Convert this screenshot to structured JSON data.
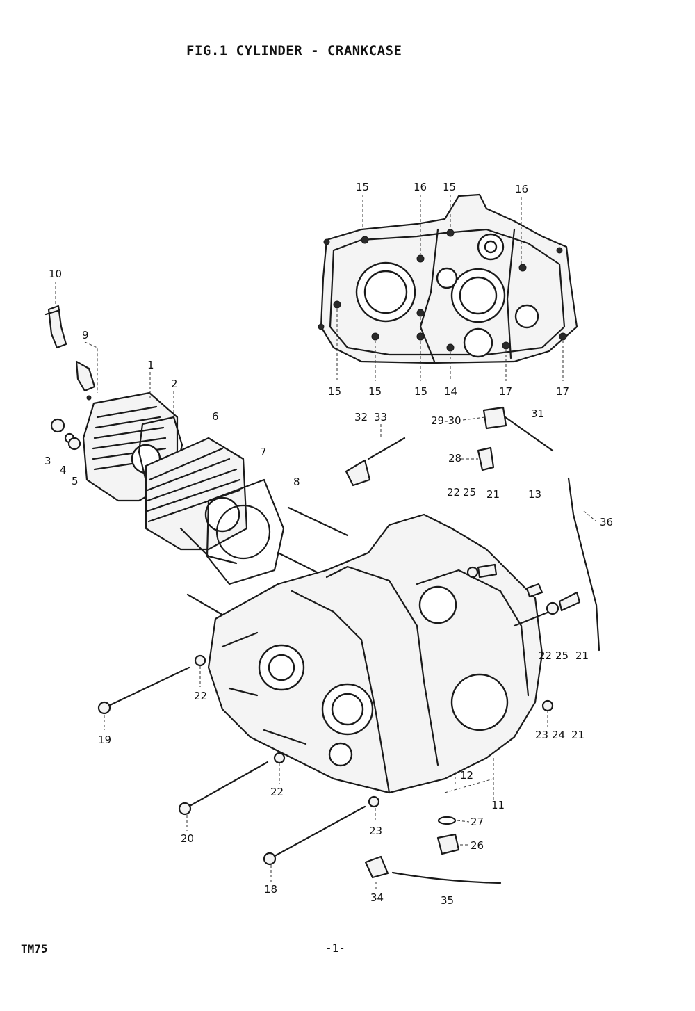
{
  "page": {
    "title": "FIG.1  CYLINDER - CRANKCASE",
    "model": "TM75",
    "page_number": "-1-"
  },
  "callouts": {
    "c1": "1",
    "c2": "2",
    "c3": "3",
    "c4": "4",
    "c5": "5",
    "c6": "6",
    "c7": "7",
    "c8": "8",
    "c9": "9",
    "c10": "10",
    "c11": "11",
    "c12": "12",
    "c13": "13",
    "c14": "14",
    "c15a": "15",
    "c15b": "15",
    "c15c": "15",
    "c15d": "15",
    "c15e": "15",
    "c16a": "16",
    "c16b": "16",
    "c17a": "17",
    "c17b": "17",
    "c18": "18",
    "c19": "19",
    "c20": "20",
    "c21a": "21",
    "c21b": "21",
    "c21c": "21",
    "c22a": "22",
    "c22b": "22",
    "c22c": "22",
    "c22d": "22",
    "c23a": "23",
    "c23b": "23",
    "c24": "24",
    "c25a": "25",
    "c25b": "25",
    "c26": "26",
    "c27": "27",
    "c28": "28",
    "c29_30": "29-30",
    "c31": "31",
    "c32": "32",
    "c33": "33",
    "c34": "34",
    "c35": "35",
    "c36": "36"
  }
}
